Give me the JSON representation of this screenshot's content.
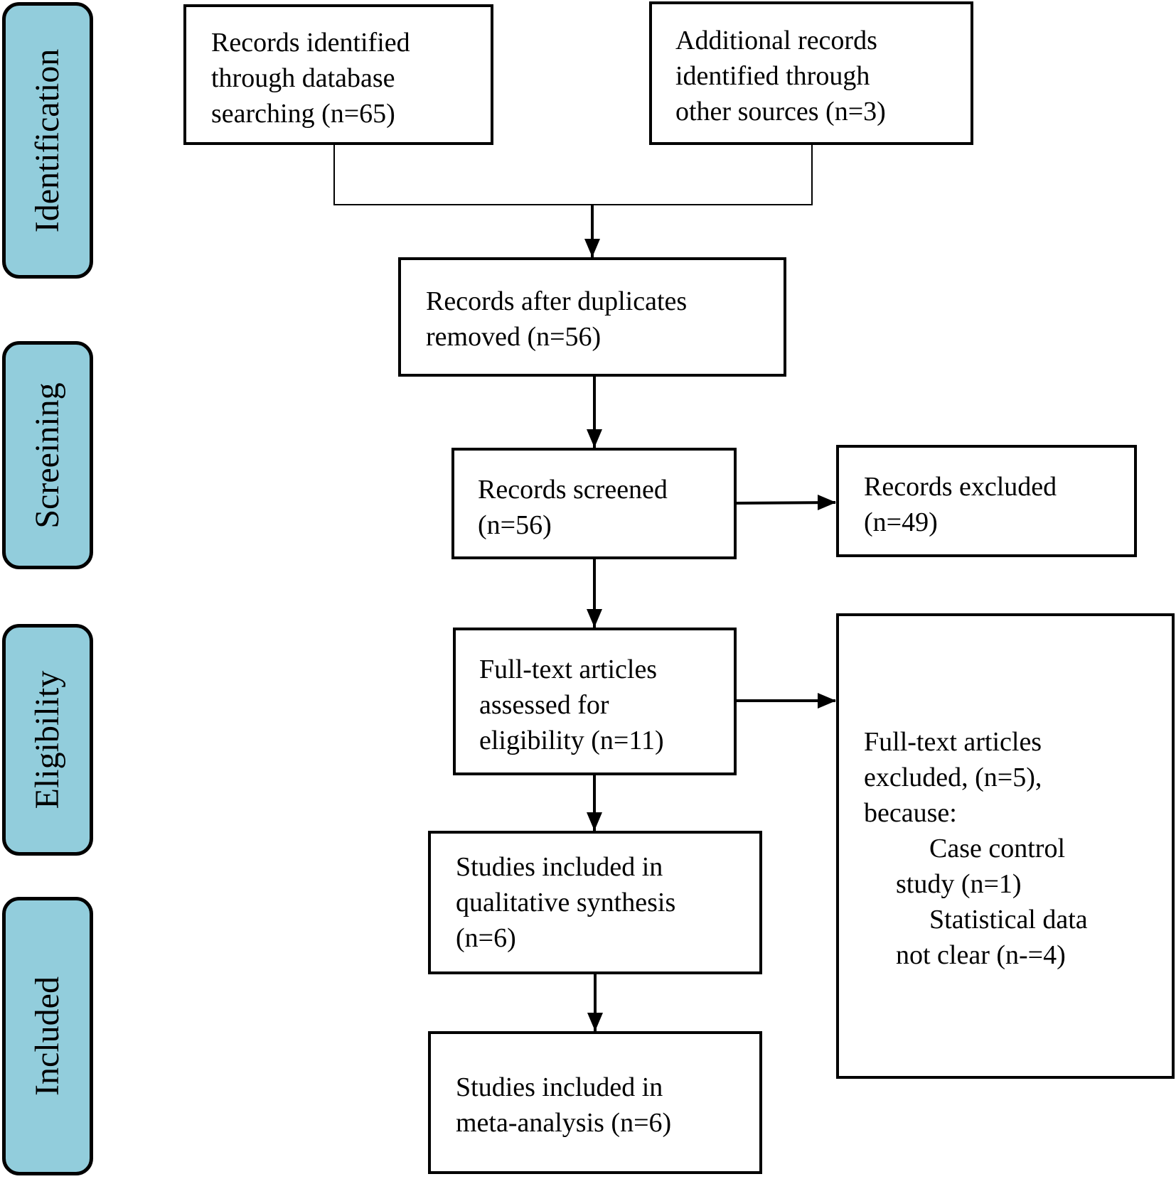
{
  "phases": {
    "identification": "Identification",
    "screening": "Screeining",
    "eligibility": "Eligibility",
    "included": "Included"
  },
  "boxes": {
    "database_records": "Records identified\nthrough database\nsearching  (n=65)",
    "other_records": "Additional records\nidentified through\nother sources  (n=3)",
    "after_duplicates": "Records after duplicates\nremoved (n=56)",
    "screened": "Records screened\n(n=56)",
    "excluded": "Records excluded\n(n=49)",
    "fulltext_assessed": "Full-text articles\nassessed for\neligibility  (n=11)",
    "fulltext_excluded_line1": "Full-text articles",
    "fulltext_excluded_line2": "excluded, (n=5),",
    "fulltext_excluded_line3": "because:",
    "reason1_line1": "Case control",
    "reason1_line2": "study (n=1)",
    "reason2_line1": "Statistical data",
    "reason2_line2": "not clear  (n-=4)",
    "qualitative": "Studies included in\nqualitative synthesis\n(n=6)",
    "meta_analysis": "Studies included in\nmeta-analysis  (n=6)"
  }
}
